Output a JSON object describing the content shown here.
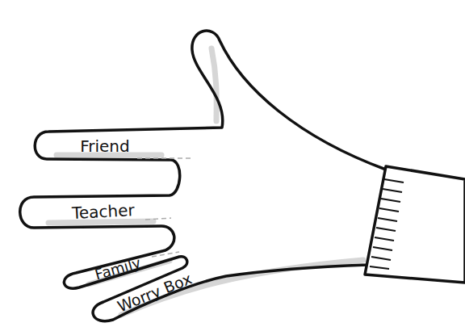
{
  "diagram": {
    "labels": [
      "Friend",
      "Teacher",
      "Family",
      "Worry Box"
    ]
  }
}
